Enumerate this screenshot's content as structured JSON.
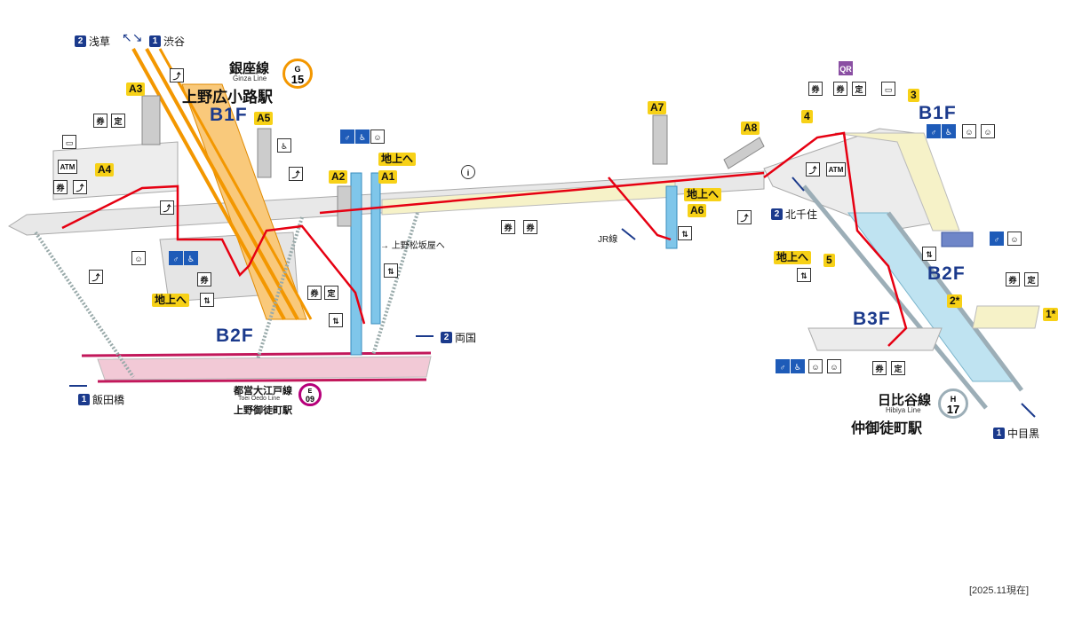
{
  "stations": {
    "ginza": {
      "name_line": "銀座線",
      "en_line": "Ginza Line",
      "station": "上野広小路駅",
      "code_letter": "G",
      "code_num": "15",
      "color": "#f39700"
    },
    "oedo": {
      "name_line": "都営大江戸線",
      "en_line": "Toei Oedo Line",
      "station": "上野御徒町駅",
      "code_letter": "E",
      "code_num": "09",
      "color": "#b6007a"
    },
    "hibiya": {
      "name_line": "日比谷線",
      "en_line": "Hibiya Line",
      "station": "仲御徒町駅",
      "code_letter": "H",
      "code_num": "17",
      "color": "#9caeb7"
    }
  },
  "floors": {
    "b1f_left": "B1F",
    "b2f_left": "B2F",
    "b1f_right": "B1F",
    "b2f_right": "B2F",
    "b3f_right": "B3F"
  },
  "exits": {
    "a1": "A1",
    "a2": "A2",
    "a3": "A3",
    "a4": "A4",
    "a5": "A5",
    "a6": "A6",
    "a7": "A7",
    "a8": "A8",
    "e1": "1*",
    "e2": "2*",
    "e3": "3",
    "e4": "4",
    "e5": "5",
    "to_ground": "地上へ"
  },
  "directions": {
    "asakusa": {
      "num": "2",
      "label": "浅草"
    },
    "shibuya": {
      "num": "1",
      "label": "渋谷"
    },
    "ryogoku": {
      "num": "2",
      "label": "両国"
    },
    "iidabashi": {
      "num": "1",
      "label": "飯田橋"
    },
    "kitasenju": {
      "num": "2",
      "label": "北千住"
    },
    "nakameguro": {
      "num": "1",
      "label": "中目黒"
    }
  },
  "labels": {
    "matsuzakaya": "→ 上野松坂屋へ",
    "jr": "JR線"
  },
  "icons": {
    "atm": "ATM"
  },
  "date_note": "[2025.11現在]",
  "colors": {
    "ginza": "#f39700",
    "oedo": "#b6007a",
    "hibiya": "#9caeb7",
    "route": "#e60012",
    "concourse": "#f6f2c8",
    "floor_gray": "#e6e6e6",
    "floor_blue": "#9fd3e8",
    "exit_yellow": "#f7d117",
    "text_blue": "#1b3a8c"
  }
}
